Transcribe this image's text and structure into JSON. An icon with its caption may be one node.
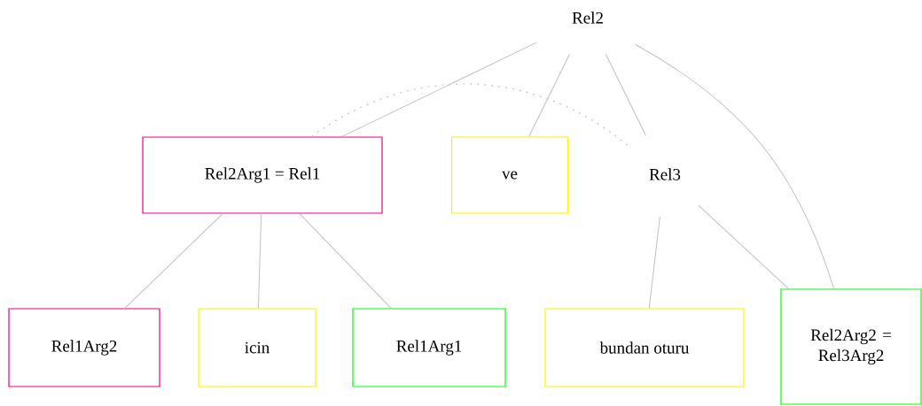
{
  "diagram": {
    "nodes": [
      {
        "text": [
          "Rel2"
        ]
      },
      {
        "text": [
          "Rel2Arg1 = Rel1"
        ]
      },
      {
        "text": [
          "ve"
        ]
      },
      {
        "text": [
          "Rel3"
        ]
      },
      {
        "text": [
          "Rel1Arg2"
        ]
      },
      {
        "text": [
          "icin"
        ]
      },
      {
        "text": [
          "Rel1Arg1"
        ]
      },
      {
        "text": [
          "bundan oturu"
        ]
      },
      {
        "text": [
          "Rel2Arg2 = Rel3Arg2"
        ]
      }
    ],
    "edges": [
      {
        "from": 0,
        "to": 1,
        "arrow": "none"
      },
      {
        "from": 0,
        "to": 2,
        "arrow": "none"
      },
      {
        "from": 0,
        "to": 3,
        "arrow": "none"
      },
      {
        "from": 0,
        "to": 8,
        "arrow": "none"
      },
      {
        "from": 1,
        "to": 3,
        "arrow": "none",
        "style": "dashed"
      },
      {
        "from": 1,
        "to": 4,
        "arrow": "none"
      },
      {
        "from": 1,
        "to": 5,
        "arrow": "none"
      },
      {
        "from": 1,
        "to": 6,
        "arrow": "none"
      },
      {
        "from": 3,
        "to": 7,
        "arrow": "none"
      },
      {
        "from": 3,
        "to": 8,
        "arrow": "none"
      }
    ]
  }
}
